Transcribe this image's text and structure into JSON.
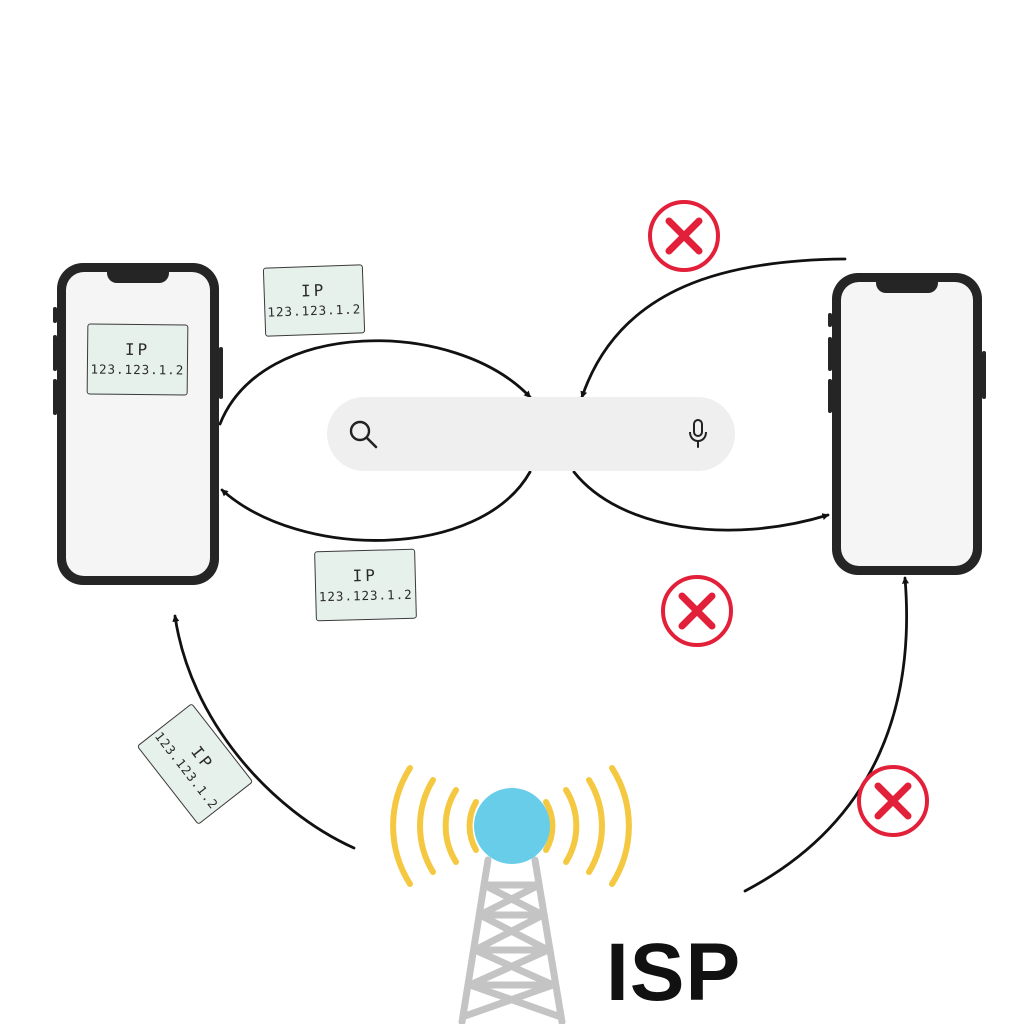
{
  "ip_card_label": "IP",
  "ip_address": "123.123.1.2",
  "isp_label": "ISP",
  "icons": {
    "search": "search-icon",
    "microphone": "microphone-icon",
    "blocked": "x-circle-icon",
    "tower": "broadcast-tower-icon"
  },
  "colors": {
    "blocked": "#e3203a",
    "signal": "#f5c842",
    "tower_top": "#68cde8",
    "ip_card": "#e6f1ec"
  }
}
